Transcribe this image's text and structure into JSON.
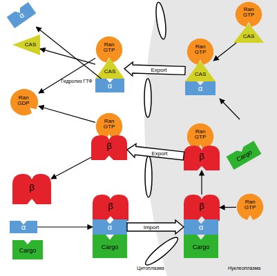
{
  "diagram": {
    "nodes": [
      {
        "text": [
          "α"
        ]
      },
      {
        "text": [
          "CAS"
        ]
      },
      {
        "text": [
          "Ran GTP"
        ]
      },
      {
        "text": [
          "CAS"
        ]
      },
      {
        "text": [
          "α"
        ]
      },
      {
        "text": [
          "Ran GTP"
        ]
      },
      {
        "text": [
          "CAS"
        ]
      },
      {
        "text": [
          "Ran GTP"
        ]
      },
      {
        "text": [
          "CAS"
        ]
      },
      {
        "text": [
          "α"
        ]
      },
      {
        "text": [
          "Ran GDP"
        ]
      },
      {
        "text": [
          "Ran GTP"
        ]
      },
      {
        "text": [
          "β"
        ]
      },
      {
        "text": [
          "Ran GTP"
        ]
      },
      {
        "text": [
          "β"
        ]
      },
      {
        "text": [
          "Cargo"
        ]
      },
      {
        "text": [
          "β"
        ]
      },
      {
        "text": [
          "α"
        ]
      },
      {
        "text": [
          "Cargo"
        ]
      },
      {
        "text": [
          "β"
        ]
      },
      {
        "text": [
          "α"
        ]
      },
      {
        "text": [
          "Cargo"
        ]
      },
      {
        "text": [
          "β"
        ]
      },
      {
        "text": [
          "α"
        ]
      },
      {
        "text": [
          "Cargo"
        ]
      },
      {
        "text": [
          "Ran GTP"
        ]
      }
    ],
    "edges": [
      {
        "from": 8,
        "to": 3,
        "label": "Export",
        "arrow": "to"
      },
      {
        "from": 4,
        "to": 0,
        "arrow": "to"
      },
      {
        "from": 3,
        "to": 1,
        "arrow": "to"
      },
      {
        "from": 2,
        "to": 10,
        "label": "Гидролиз ГТФ",
        "arrow": "to"
      },
      {
        "from": 6,
        "to": 8,
        "arrow": "to"
      },
      {
        "from": 14,
        "to": 12,
        "label": "Export",
        "arrow": "to"
      },
      {
        "from": 11,
        "to": 10,
        "arrow": "to"
      },
      {
        "from": 12,
        "to": 16,
        "arrow": "to"
      },
      {
        "from": 22,
        "to": 14,
        "arrow": "to"
      },
      {
        "from": 25,
        "to": 22,
        "arrow": "to"
      },
      {
        "from": 17,
        "to": 20,
        "arrow": "to"
      },
      {
        "from": 20,
        "to": 23,
        "label": "Import",
        "arrow": "to"
      }
    ],
    "labels": [
      "Цитоплазма",
      "Нуклеоплазма"
    ]
  }
}
